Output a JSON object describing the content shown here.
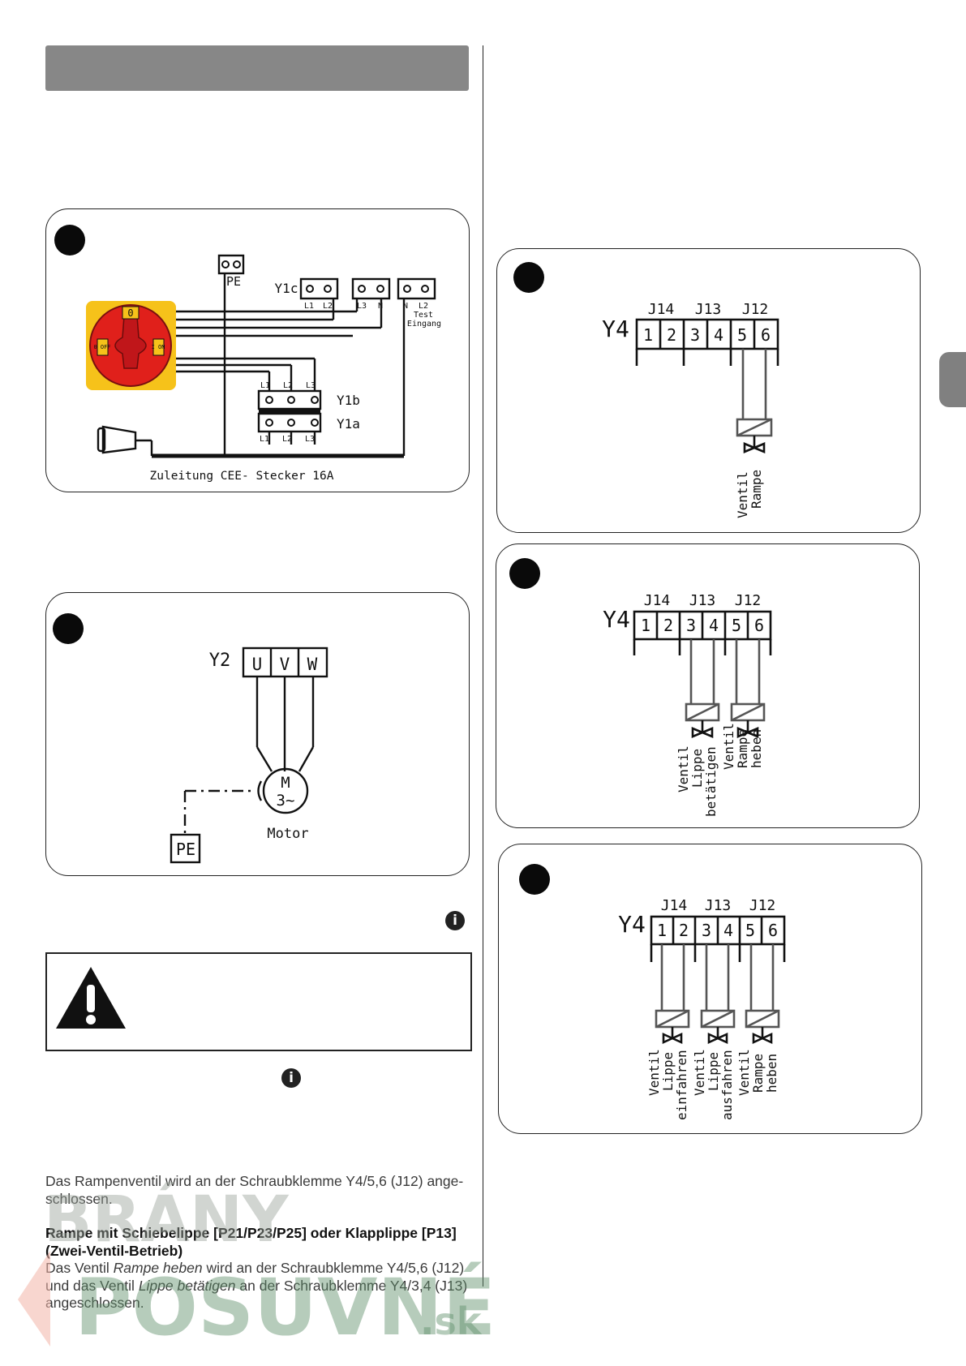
{
  "diagram1": {
    "pe_label": "PE",
    "y1c_label": "Y1c",
    "y1b_label": "Y1b",
    "y1a_label": "Y1a",
    "term_top": [
      "L1",
      "L2",
      "L3",
      "N",
      "N",
      "L2"
    ],
    "test_label_1": "Test",
    "test_label_2": "Eingang",
    "y1b_phases": [
      "L1",
      "L2",
      "L3"
    ],
    "y1a_phases": [
      "L1",
      "L2",
      "L3"
    ],
    "switch_top": "0",
    "switch_left": "0 OFF",
    "switch_right": "I ON",
    "caption": "Zuleitung CEE- Stecker 16A",
    "colors": {
      "switch_red": "#e0201b",
      "switch_yellow": "#f6c21a"
    }
  },
  "diagram2": {
    "y2_label": "Y2",
    "terminals": [
      "U",
      "V",
      "W"
    ],
    "motor_m": "M",
    "motor_phase": "3~",
    "motor_label": "Motor",
    "pe_label": "PE"
  },
  "diagram3": {
    "y4_label": "Y4",
    "jumpers": [
      "J14",
      "J13",
      "J12"
    ],
    "terminals": [
      "1",
      "2",
      "3",
      "4",
      "5",
      "6"
    ],
    "valve_label": [
      "Ventil",
      "Rampe"
    ]
  },
  "diagram4": {
    "y4_label": "Y4",
    "jumpers": [
      "J14",
      "J13",
      "J12"
    ],
    "terminals": [
      "1",
      "2",
      "3",
      "4",
      "5",
      "6"
    ],
    "valve1_label": [
      "Ventil",
      "Lippe",
      "betätigen"
    ],
    "valve2_label": [
      "Ventil",
      "Rampe",
      "heben"
    ]
  },
  "diagram5": {
    "y4_label": "Y4",
    "jumpers": [
      "J14",
      "J13",
      "J12"
    ],
    "terminals": [
      "1",
      "2",
      "3",
      "4",
      "5",
      "6"
    ],
    "valve1_label": [
      "Ventil",
      "Lippe",
      "einfahren"
    ],
    "valve2_label": [
      "Ventil",
      "Lippe",
      "ausfahren"
    ],
    "valve3_label": [
      "Ventil",
      "Rampe",
      "heben"
    ]
  },
  "info_icon_glyph": "i",
  "text": {
    "p1": "Das Rampenventil wird an der Schraubklemme Y4/5,6 (J12) ange-schlossen.",
    "h2": "Rampe mit Schiebelippe [P21/P23/P25] oder Klapplippe [P13] (Zwei-Ventil-Betrieb)",
    "p2_a": "Das Ventil ",
    "p2_b": "Rampe heben",
    "p2_c": " wird an der Schraubklemme Y4/5,6 (J12) und das Ventil ",
    "p2_d": "Lippe betätigen",
    "p2_e": " an der Schraubklemme Y4/3,4 (J13) angeschlossen."
  },
  "watermark": {
    "line1": "BRÁNY",
    "line2": "POSUVNÉ",
    "suffix": ".sk"
  }
}
